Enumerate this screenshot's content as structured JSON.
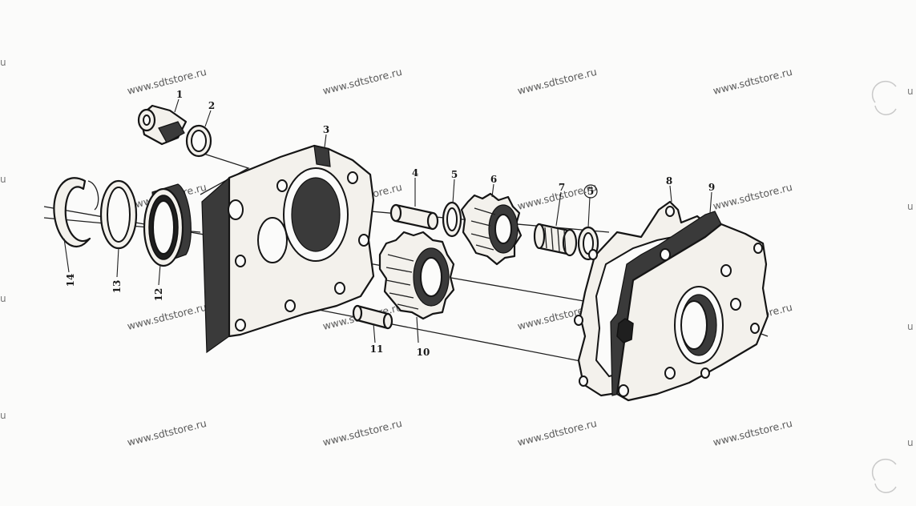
{
  "watermark_text": "www.sdtstore.ru",
  "edge_fragment": "u",
  "callouts": [
    "1",
    "2",
    "3",
    "4",
    "5",
    "6",
    "7",
    "5",
    "8",
    "9",
    "10",
    "11",
    "12",
    "13",
    "14"
  ]
}
